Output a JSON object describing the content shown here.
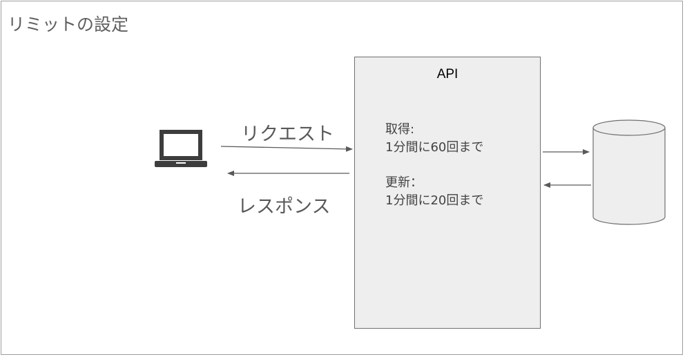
{
  "diagram": {
    "title": "リミットの設定",
    "api": {
      "label": "API",
      "get_rule": {
        "heading": "取得:",
        "detail": "1分間に60回まで"
      },
      "update_rule": {
        "heading": "更新：",
        "detail": "1分間に20回まで"
      }
    },
    "arrows": {
      "request_label": "リクエスト",
      "response_label": "レスポンス"
    },
    "icons": {
      "client": "laptop-icon",
      "storage": "database-cylinder-icon"
    },
    "colors": {
      "api_fill": "#eeeeee",
      "stroke": "#595959",
      "text": "#595959"
    }
  }
}
